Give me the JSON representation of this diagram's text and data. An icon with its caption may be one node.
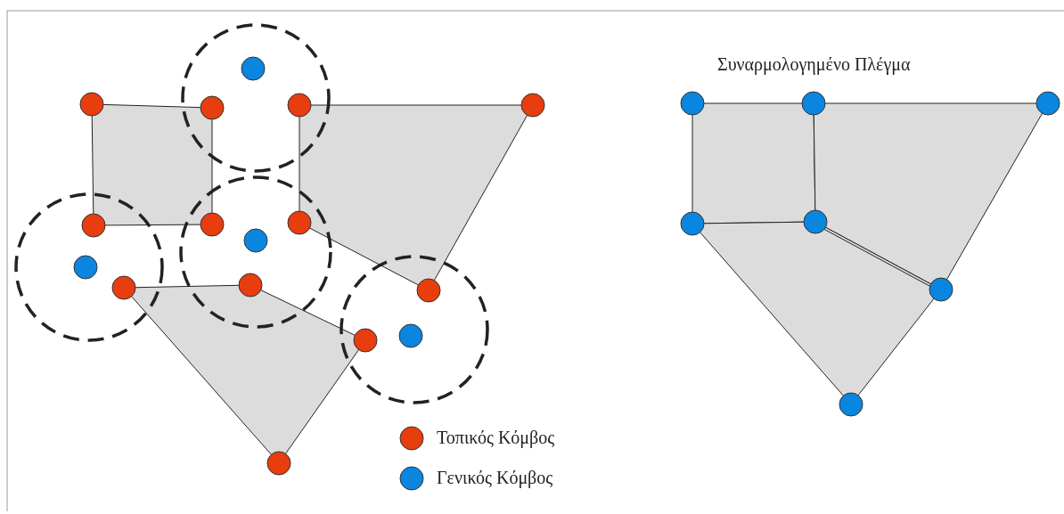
{
  "diagram": {
    "labels": [
      "Συναρμολογημένο Πλέγμα"
    ],
    "legend": [
      {
        "text": "Τοπικός Κόμβος",
        "color": "#e83d0f"
      },
      {
        "text": "Γενικός Κόμβος",
        "color": "#0a86e0"
      }
    ]
  }
}
